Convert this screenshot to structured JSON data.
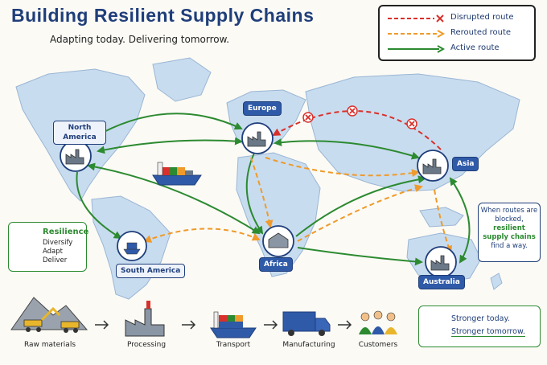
{
  "header": {
    "title": "Building Resilient Supply Chains",
    "subtitle": "Adapting today. Delivering tomorrow."
  },
  "legend": {
    "disrupted": "Disrupted route",
    "rerouted": "Rerouted route",
    "active": "Active route"
  },
  "regions": {
    "north_america": "North America",
    "europe": "Europe",
    "asia": "Asia",
    "south_america": "South America",
    "africa": "Africa",
    "australia": "Australia"
  },
  "callout": {
    "line1": "When routes are blocked,",
    "line2": "resilient supply chains",
    "line3": "find a way."
  },
  "resilience_box": {
    "title": "Resilience",
    "items": [
      "Diversify",
      "Adapt",
      "Deliver"
    ]
  },
  "stronger_box": {
    "line1": "Stronger today.",
    "line2": "Stronger tomorrow."
  },
  "flow": {
    "steps": [
      "Raw materials",
      "Processing",
      "Transport",
      "Manufacturing",
      "Customers"
    ]
  },
  "colors": {
    "title": "#1f3e7a",
    "disrupted": "#d9302b",
    "rerouted": "#ef9a2a",
    "active": "#2c8a30",
    "land": "#c8dcef",
    "label_fill": "#2f5aa8"
  }
}
